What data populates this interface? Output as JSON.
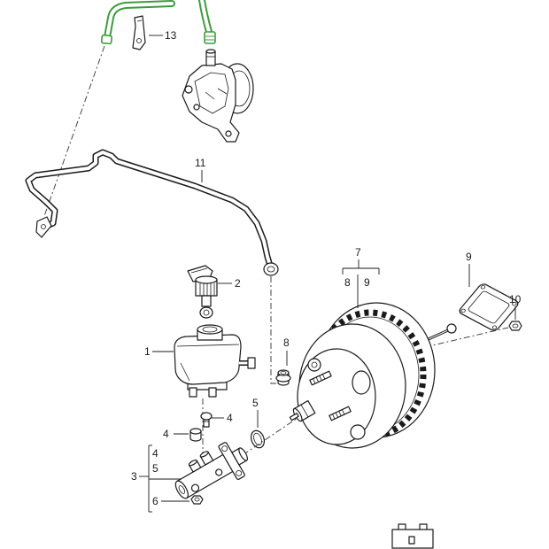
{
  "callouts": {
    "bracket": "13",
    "vacuum_line": "11",
    "cap": "2",
    "booster": "7",
    "booster_kit_a": "8",
    "booster_kit_b": "9",
    "gasket": "9",
    "nut_right": "10",
    "reservoir": "1",
    "grommet": "8",
    "bolt_upper": "4",
    "o_ring": "5",
    "bolt_lower": "4",
    "master_cylinder": "3",
    "mc_kit_bolt": "4",
    "mc_kit_oring": "5",
    "mc_kit_nut": "6"
  },
  "colors": {
    "highlighted_hose": "#3c9c3c",
    "linework": "#1a1a1a",
    "background": "#ffffff"
  }
}
